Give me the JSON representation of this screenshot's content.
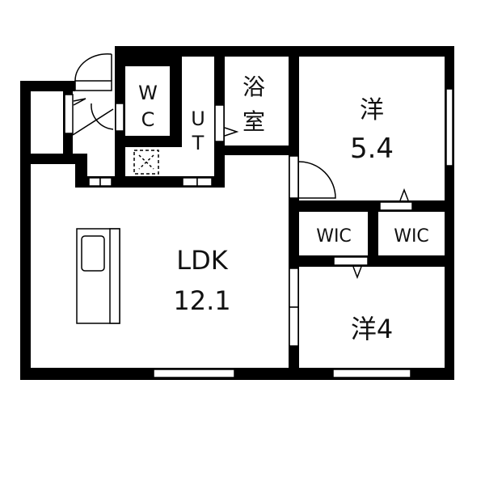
{
  "colors": {
    "wall": "#000000",
    "background": "#ffffff"
  },
  "rooms": {
    "wc": {
      "line1": "W",
      "line2": "C"
    },
    "ut": {
      "line1": "U",
      "line2": "T"
    },
    "bath": {
      "line1": "浴",
      "line2": "室"
    },
    "bedroom1": {
      "line1": "洋",
      "line2": "5.4"
    },
    "wic1": {
      "label": "WIC"
    },
    "wic2": {
      "label": "WIC"
    },
    "ldk": {
      "line1": "LDK",
      "line2": "12.1"
    },
    "bedroom2": {
      "label": "洋4"
    }
  }
}
